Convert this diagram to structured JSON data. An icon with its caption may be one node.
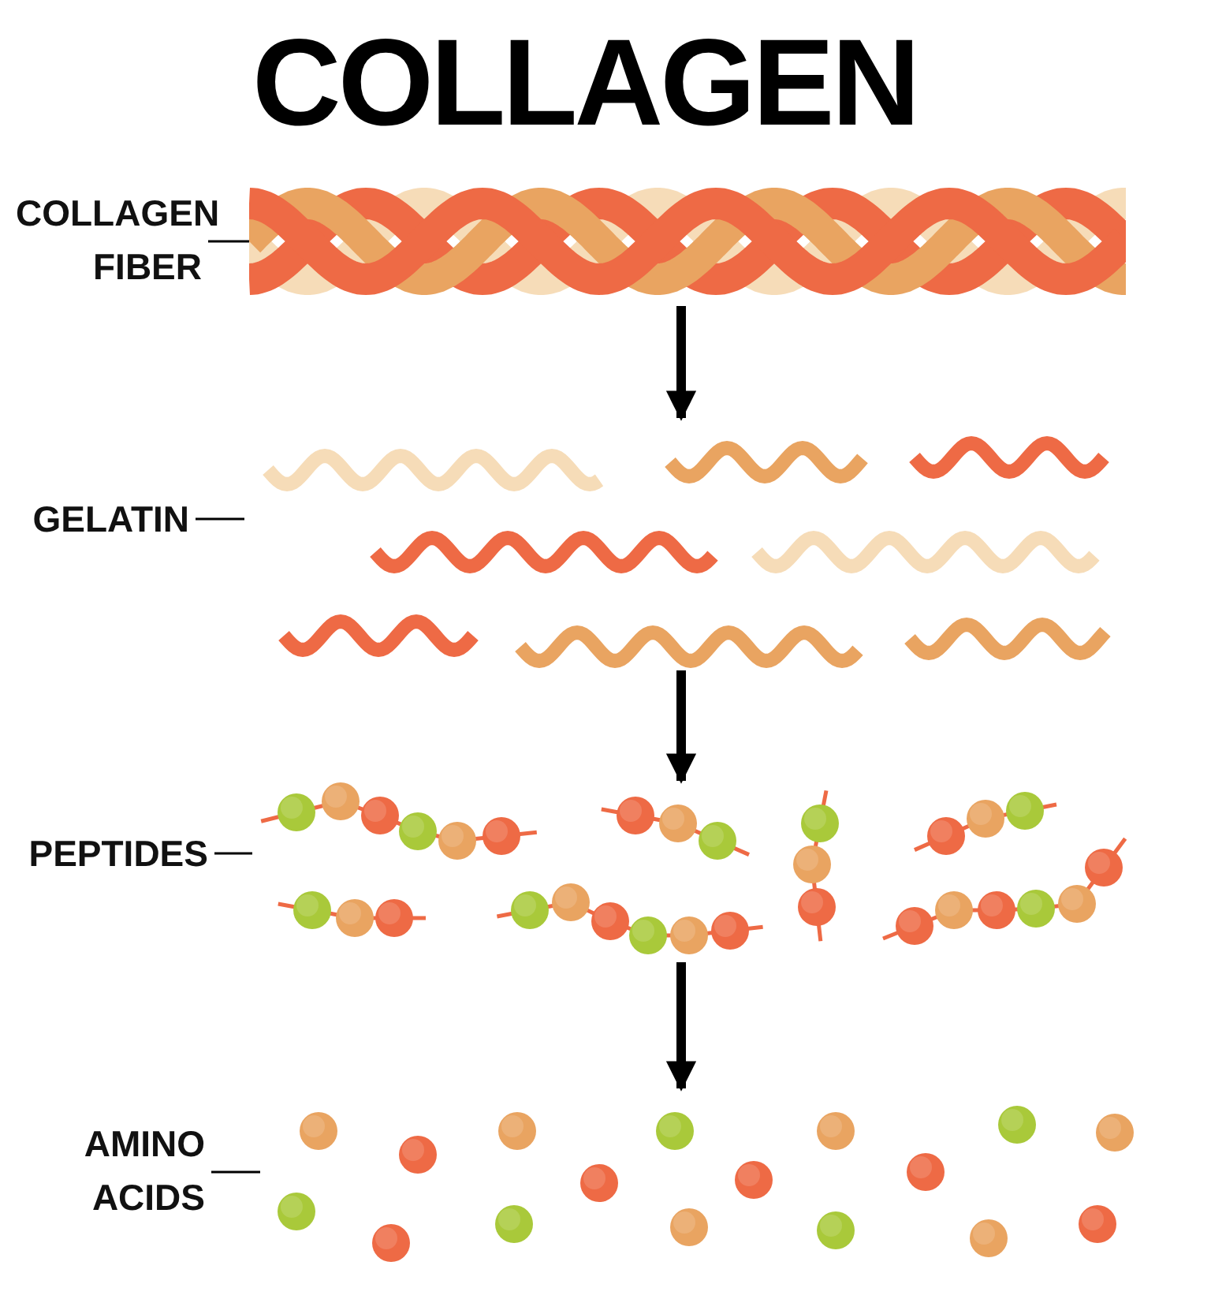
{
  "diagram": {
    "title": "COLLAGEN",
    "nodes": [
      {
        "text": [
          "COLLAGEN FIBER"
        ]
      },
      {
        "text": [],
        "shape": "picture"
      },
      {
        "text": [
          "GELATIN"
        ]
      },
      {
        "text": [],
        "shape": "picture"
      },
      {
        "text": [
          "PEPTIDES"
        ]
      },
      {
        "text": [],
        "shape": "picture"
      },
      {
        "text": [
          "AMINO ACIDS"
        ]
      },
      {
        "text": [],
        "shape": "picture"
      }
    ],
    "edges": [
      {
        "from": 0,
        "to": 1,
        "arrow": "none"
      },
      {
        "from": 1,
        "to": 3,
        "arrow": "to",
        "style": "thick"
      },
      {
        "from": 2,
        "to": 3,
        "arrow": "none"
      },
      {
        "from": 3,
        "to": 5,
        "arrow": "to",
        "style": "thick"
      },
      {
        "from": 4,
        "to": 5,
        "arrow": "none"
      },
      {
        "from": 5,
        "to": 7,
        "arrow": "to",
        "style": "thick"
      },
      {
        "from": 6,
        "to": 7,
        "arrow": "none"
      }
    ]
  }
}
